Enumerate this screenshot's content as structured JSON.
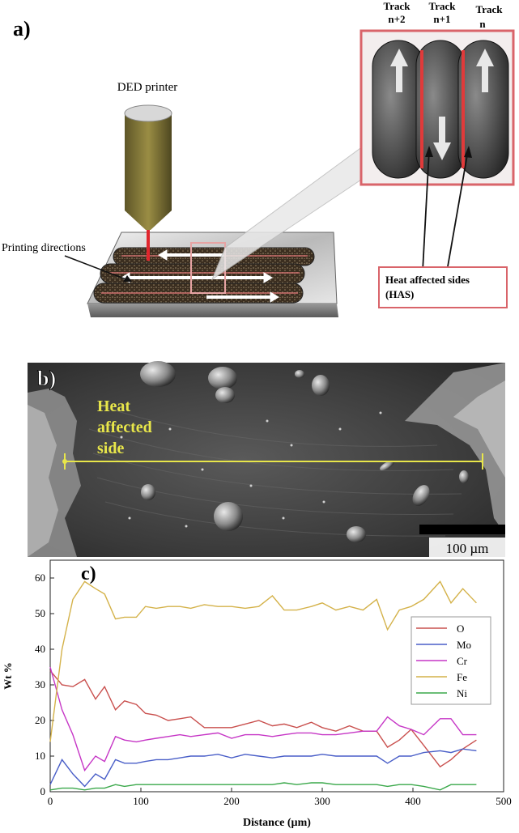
{
  "panel_a": {
    "label": "a)",
    "printer_label": "DED printer",
    "printing_directions_label": "Printing directions",
    "track_labels": [
      {
        "line1": "Track",
        "line2": "n+2"
      },
      {
        "line1": "Track",
        "line2": "n+1"
      },
      {
        "line1": "Track",
        "line2": "n"
      }
    ],
    "has_label_line1": "Heat affected sides",
    "has_label_line2": "(HAS)",
    "colors": {
      "frame": "#d9646a",
      "nozzle": "#8a7d3a",
      "laser": "#e0262d",
      "highlight": "#f08080"
    }
  },
  "panel_b": {
    "label": "b)",
    "annotation_line1": "Heat",
    "annotation_line2": "affected",
    "annotation_line3": "side",
    "scale_bar_label": "100 µm",
    "colors": {
      "annotation": "#e8e64a"
    }
  },
  "panel_c": {
    "label": "c)"
  },
  "chart_data": {
    "type": "line",
    "xlabel": "Distance (µm)",
    "ylabel": "Wt %",
    "xlim": [
      0,
      500
    ],
    "ylim": [
      0,
      65
    ],
    "xticks": [
      0,
      100,
      200,
      300,
      400,
      500
    ],
    "yticks": [
      0,
      10,
      20,
      30,
      40,
      50,
      60
    ],
    "legend_position": "right",
    "x": [
      0,
      13,
      25,
      38,
      50,
      60,
      72,
      82,
      95,
      105,
      117,
      130,
      143,
      155,
      170,
      185,
      200,
      215,
      230,
      245,
      258,
      272,
      288,
      300,
      315,
      330,
      345,
      360,
      372,
      385,
      398,
      412,
      430,
      442,
      455,
      470
    ],
    "series": [
      {
        "name": "O",
        "color": "#c9504e",
        "values": [
          34,
          30,
          29.5,
          31.5,
          26,
          29.5,
          23,
          25.5,
          24.5,
          22,
          21.5,
          20,
          20.5,
          21,
          18,
          18,
          18,
          19,
          20,
          18.5,
          19,
          18,
          19.5,
          18,
          17,
          18.5,
          17,
          17,
          12.5,
          14.5,
          17.5,
          13,
          7,
          9,
          12,
          14.5
        ]
      },
      {
        "name": "Mo",
        "color": "#4a5fc8",
        "values": [
          2,
          9,
          5,
          1.5,
          5,
          3.5,
          9,
          8,
          8,
          8.5,
          9,
          9,
          9.5,
          10,
          10,
          10.5,
          9.5,
          10.5,
          10,
          9.5,
          10,
          10,
          10,
          10.5,
          10,
          10,
          10,
          10,
          8,
          10,
          10,
          11,
          11.5,
          11,
          12,
          11.5
        ]
      },
      {
        "name": "Cr",
        "color": "#c636c6",
        "values": [
          35,
          23,
          16,
          6,
          10,
          8.5,
          15.5,
          14.5,
          14,
          14.5,
          15,
          15.5,
          16,
          15.5,
          16,
          16.5,
          15,
          16,
          16,
          15.5,
          16,
          16.5,
          16.5,
          16,
          16,
          16.5,
          17,
          17,
          21,
          18.5,
          17.5,
          16,
          20.5,
          20.5,
          16,
          16
        ]
      },
      {
        "name": "Fe",
        "color": "#d4b24a",
        "values": [
          14,
          40,
          54,
          59,
          57,
          55.5,
          48.5,
          49,
          49,
          52,
          51.5,
          52,
          52,
          51.5,
          52.5,
          52,
          52,
          51.5,
          52,
          55,
          51,
          51,
          52,
          53,
          51,
          52,
          51,
          54,
          45.5,
          51,
          52,
          54,
          59,
          53,
          57,
          53
        ]
      },
      {
        "name": "Ni",
        "color": "#3aa84a",
        "values": [
          0.5,
          1,
          1,
          0.5,
          1,
          1,
          2,
          1.5,
          2,
          2,
          2,
          2,
          2,
          2,
          2,
          2,
          2,
          2,
          2,
          2,
          2.5,
          2,
          2.5,
          2.5,
          2,
          2,
          2,
          2,
          1.5,
          2,
          2,
          1.5,
          0.5,
          2,
          2,
          2
        ]
      }
    ]
  }
}
